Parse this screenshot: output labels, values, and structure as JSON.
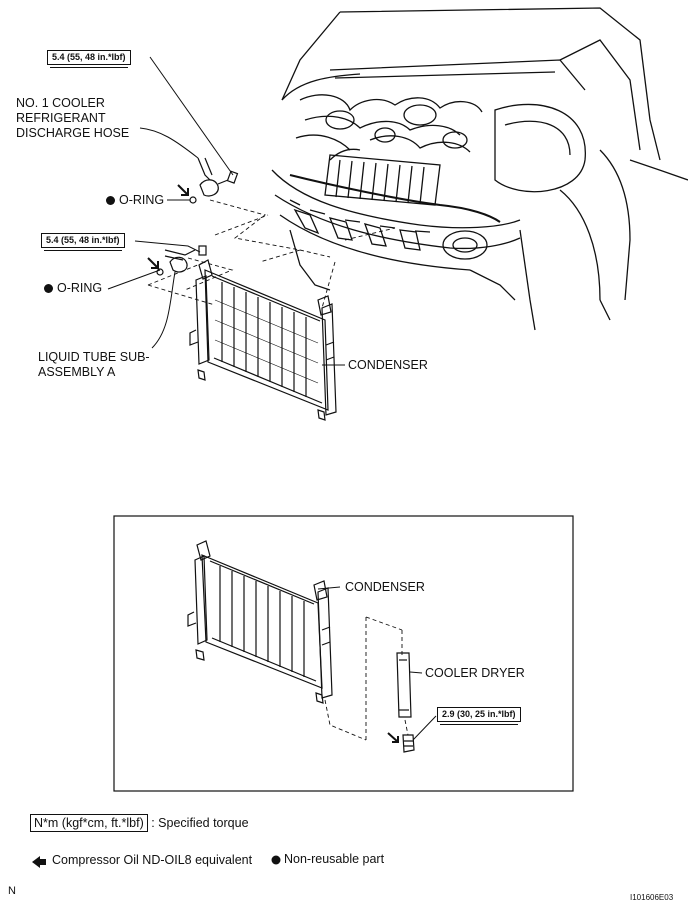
{
  "labels": {
    "cooler_hose": "NO. 1 COOLER REFRIGERANT DISCHARGE HOSE",
    "oring_top": "O-RING",
    "oring_bottom": "O-RING",
    "liquid_tube": "LIQUID TUBE SUB-ASSEMBLY A",
    "condenser_top": "CONDENSER",
    "condenser_inset": "CONDENSER",
    "cooler_dryer": "COOLER DRYER"
  },
  "torque": {
    "top": "5.4 (55, 48 in.*lbf)",
    "middle": "5.4 (55, 48 in.*lbf)",
    "inset": "2.9 (30, 25 in.*lbf)"
  },
  "legend": {
    "torque_box": "N*m (kgf*cm, ft.*lbf)",
    "torque_text": ": Specified torque",
    "oil_text": "Compressor Oil ND-OIL8 equivalent",
    "nonreusable_text": "Non-reusable part"
  },
  "footer": {
    "left": "N",
    "code": "I101606E03"
  },
  "icons": [
    "oil-arrow-icon",
    "non-reusable-dot-icon"
  ],
  "colors": {
    "line": "#111111",
    "background": "#ffffff"
  }
}
